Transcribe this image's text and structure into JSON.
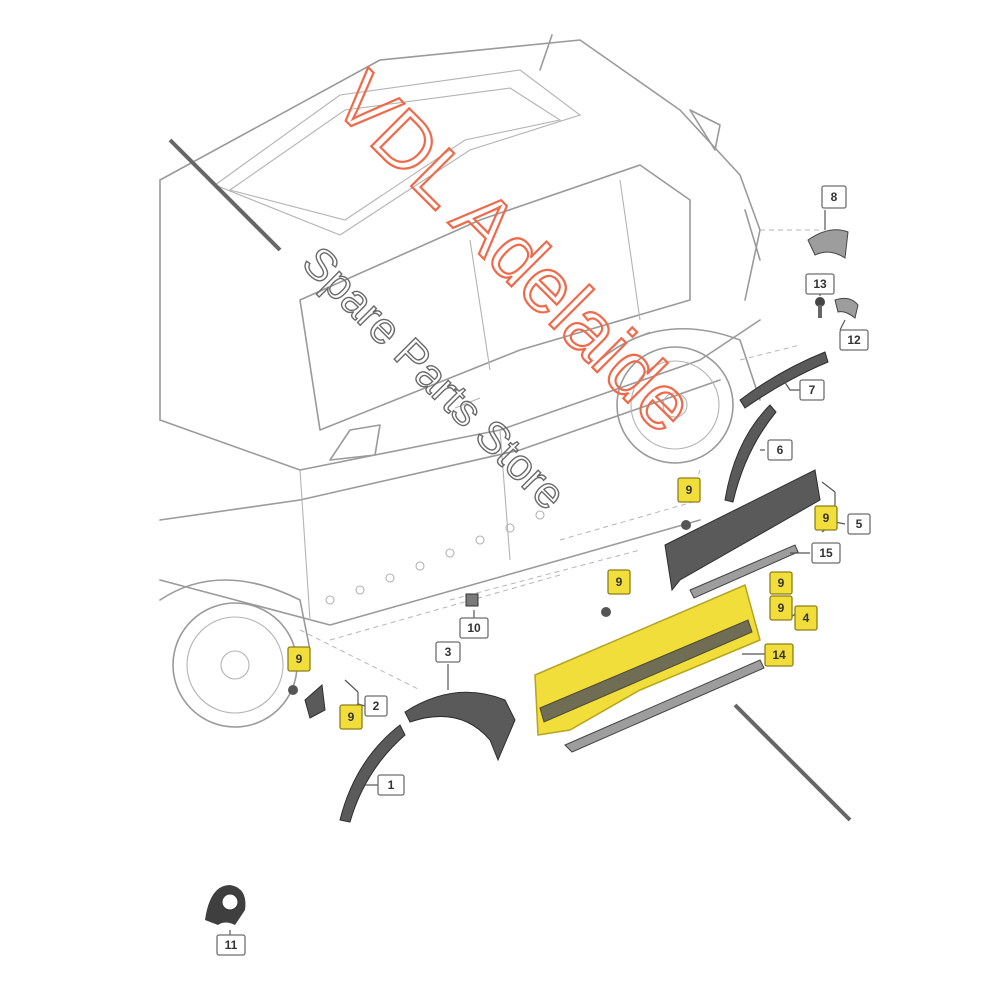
{
  "callouts": [
    {
      "id": "c1",
      "label": "1",
      "highlight": false
    },
    {
      "id": "c2",
      "label": "2",
      "highlight": false
    },
    {
      "id": "c3",
      "label": "3",
      "highlight": false
    },
    {
      "id": "c4",
      "label": "4",
      "highlight": true
    },
    {
      "id": "c5",
      "label": "5",
      "highlight": false
    },
    {
      "id": "c6",
      "label": "6",
      "highlight": false
    },
    {
      "id": "c7",
      "label": "7",
      "highlight": false
    },
    {
      "id": "c8",
      "label": "8",
      "highlight": false
    },
    {
      "id": "c9a",
      "label": "9",
      "highlight": true
    },
    {
      "id": "c9b",
      "label": "9",
      "highlight": true
    },
    {
      "id": "c9c",
      "label": "9",
      "highlight": true
    },
    {
      "id": "c9d",
      "label": "9",
      "highlight": true
    },
    {
      "id": "c9e",
      "label": "9",
      "highlight": true
    },
    {
      "id": "c9f",
      "label": "9",
      "highlight": true
    },
    {
      "id": "c9g",
      "label": "9",
      "highlight": true
    },
    {
      "id": "c10",
      "label": "10",
      "highlight": false
    },
    {
      "id": "c11",
      "label": "11",
      "highlight": false
    },
    {
      "id": "c12",
      "label": "12",
      "highlight": false
    },
    {
      "id": "c13",
      "label": "13",
      "highlight": false
    },
    {
      "id": "c14",
      "label": "14",
      "highlight": true
    },
    {
      "id": "c15",
      "label": "15",
      "highlight": false
    }
  ],
  "watermark": {
    "brand": "VDL Adelaide",
    "tagline": "Spare Parts Store",
    "brand_color": "#ef6a4a",
    "tagline_color": "#6a6a6a"
  },
  "highlight_color": "#f2de3a"
}
